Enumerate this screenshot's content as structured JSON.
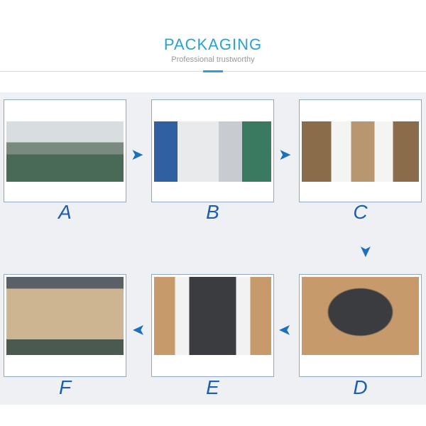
{
  "header": {
    "title": "PACKAGING",
    "subtitle": "Professional trustworthy"
  },
  "steps": [
    {
      "label": "A"
    },
    {
      "label": "B"
    },
    {
      "label": "C"
    },
    {
      "label": "D"
    },
    {
      "label": "E"
    },
    {
      "label": "F"
    }
  ],
  "colors": {
    "accent": "#2a9fd8",
    "letter": "#1d5fae",
    "arrow": "#1d6fc0"
  },
  "icons": {
    "right": "arrow-right-icon",
    "down": "arrow-down-icon",
    "left": "arrow-left-icon"
  }
}
